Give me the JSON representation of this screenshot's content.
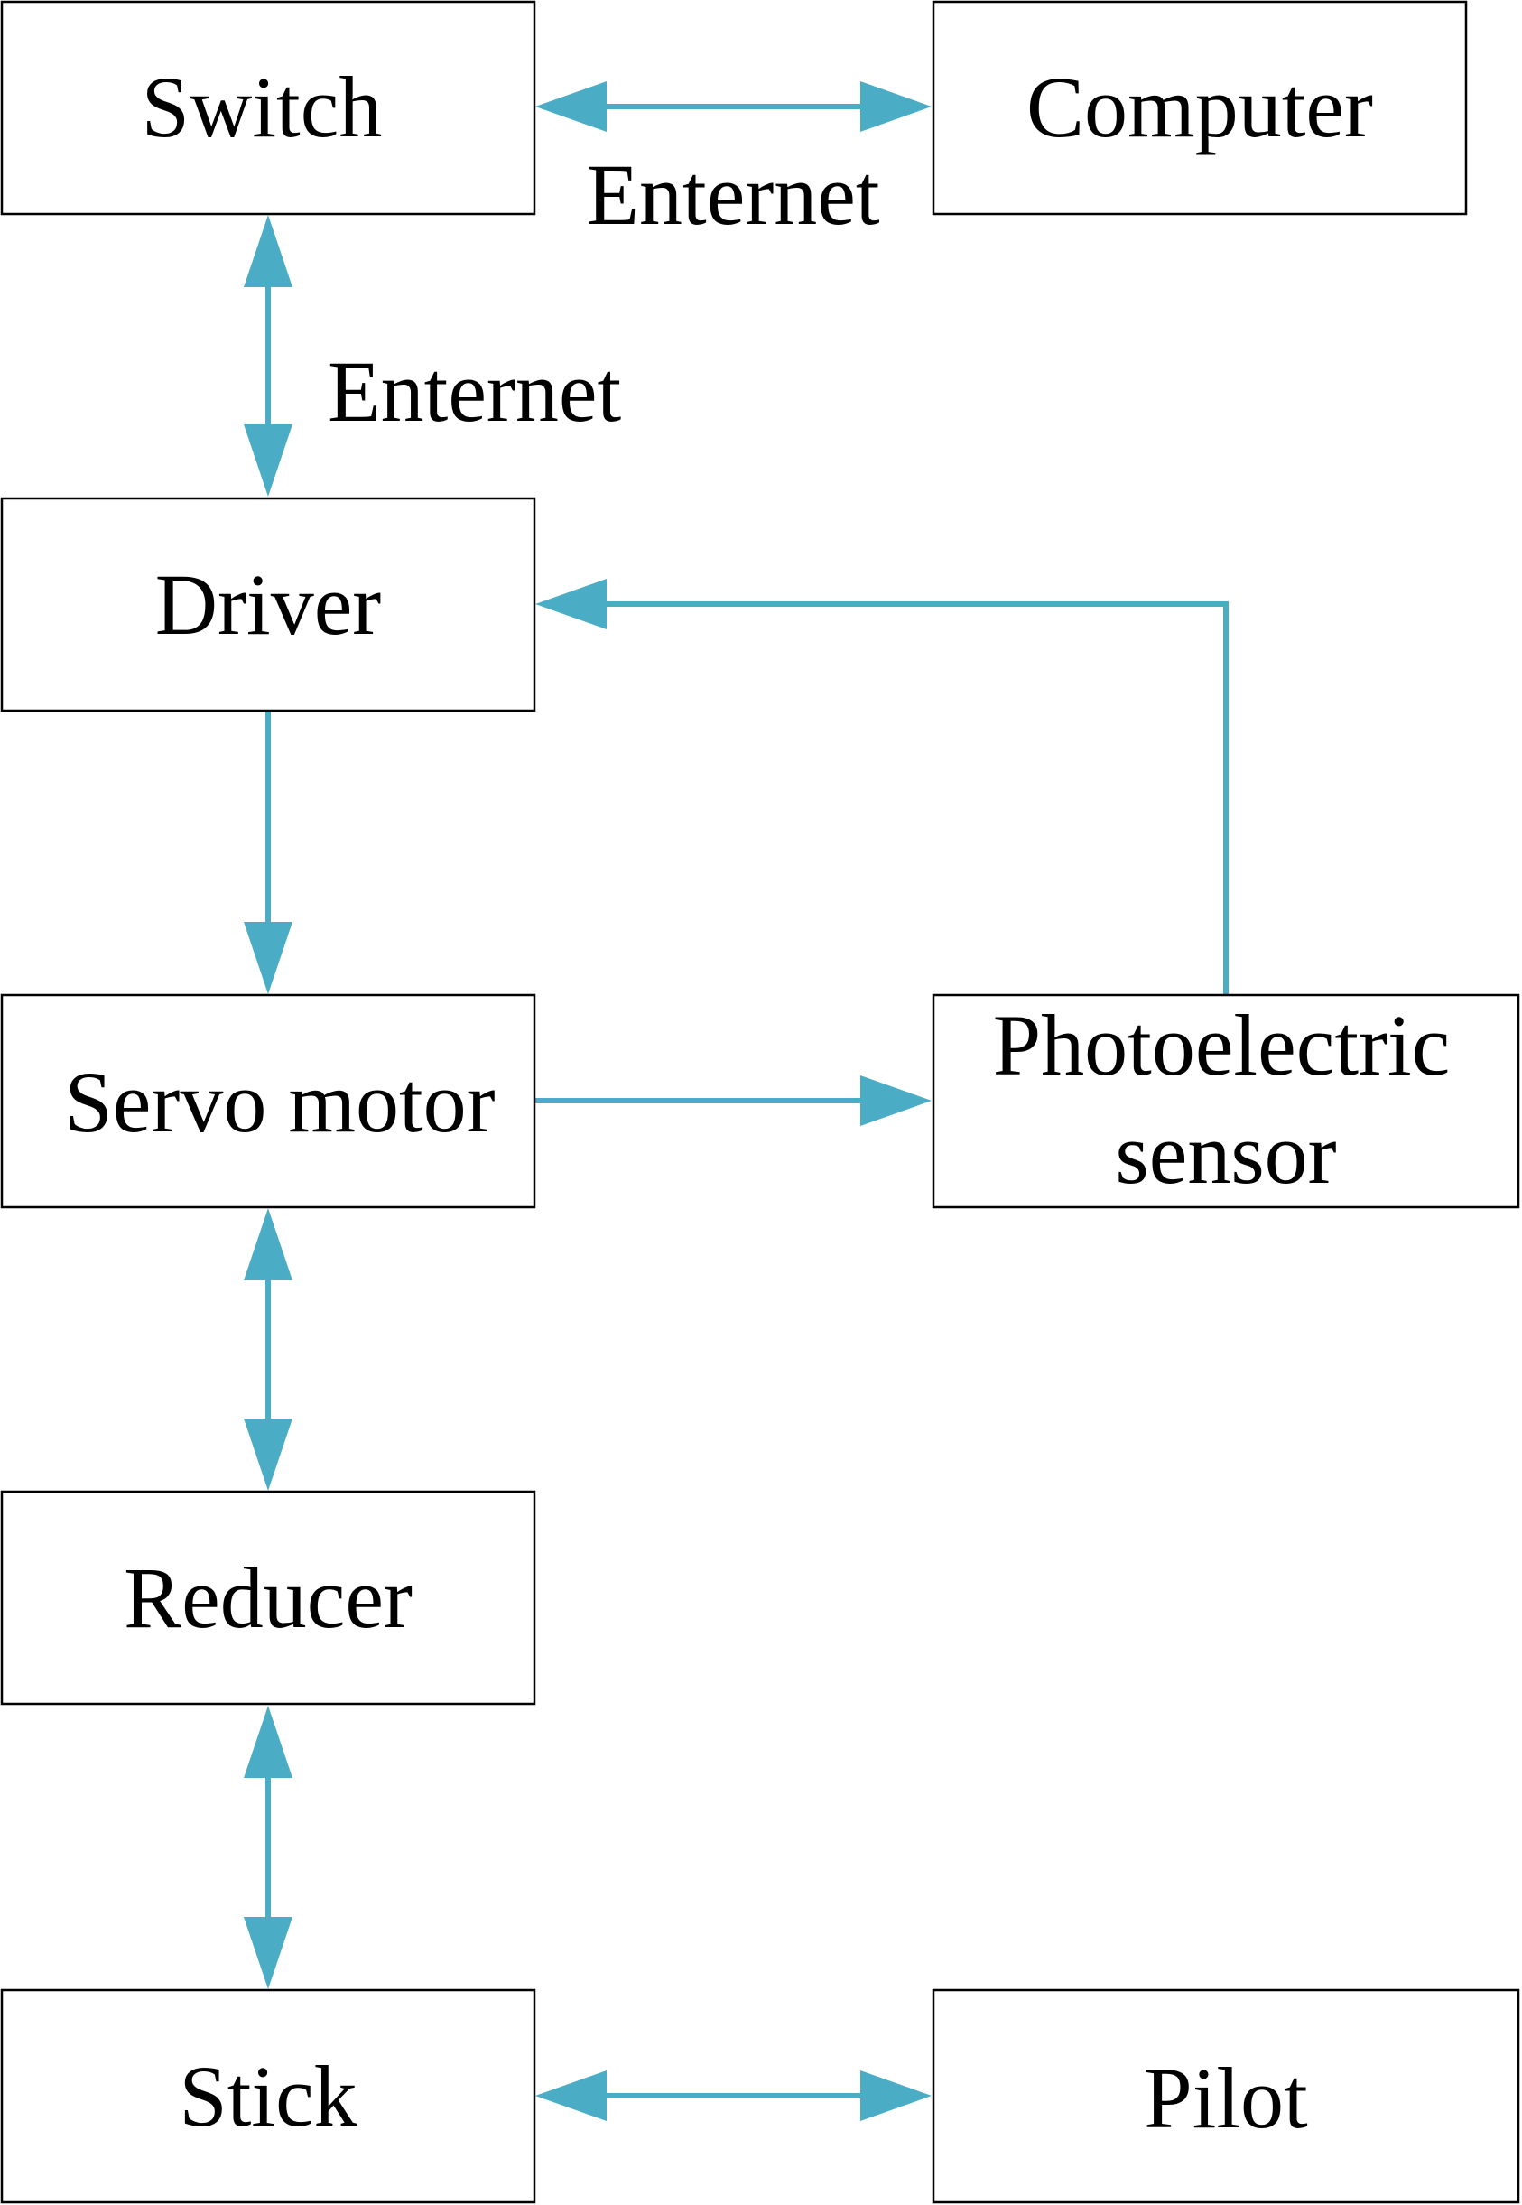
{
  "diagram": {
    "type": "block-diagram",
    "accent_color": "#4BACC6",
    "nodes": {
      "switch": {
        "label": "Switch"
      },
      "computer": {
        "label": "Computer"
      },
      "driver": {
        "label": "Driver"
      },
      "servo_motor": {
        "label": "Servo motor"
      },
      "photoelectric_sensor": {
        "label_line1": "Photoelectric",
        "label_line2": "sensor"
      },
      "reducer": {
        "label": "Reducer"
      },
      "stick": {
        "label": "Stick"
      },
      "pilot": {
        "label": "Pilot"
      }
    },
    "edges": [
      {
        "from": "switch",
        "to": "computer",
        "direction": "bidirectional",
        "label": "Enternet"
      },
      {
        "from": "switch",
        "to": "driver",
        "direction": "bidirectional",
        "label": "Enternet"
      },
      {
        "from": "driver",
        "to": "servo_motor",
        "direction": "forward",
        "label": ""
      },
      {
        "from": "servo_motor",
        "to": "photoelectric_sensor",
        "direction": "forward",
        "label": ""
      },
      {
        "from": "photoelectric_sensor",
        "to": "driver",
        "direction": "forward",
        "label": ""
      },
      {
        "from": "servo_motor",
        "to": "reducer",
        "direction": "bidirectional",
        "label": ""
      },
      {
        "from": "reducer",
        "to": "stick",
        "direction": "bidirectional",
        "label": ""
      },
      {
        "from": "stick",
        "to": "pilot",
        "direction": "bidirectional",
        "label": ""
      }
    ]
  }
}
